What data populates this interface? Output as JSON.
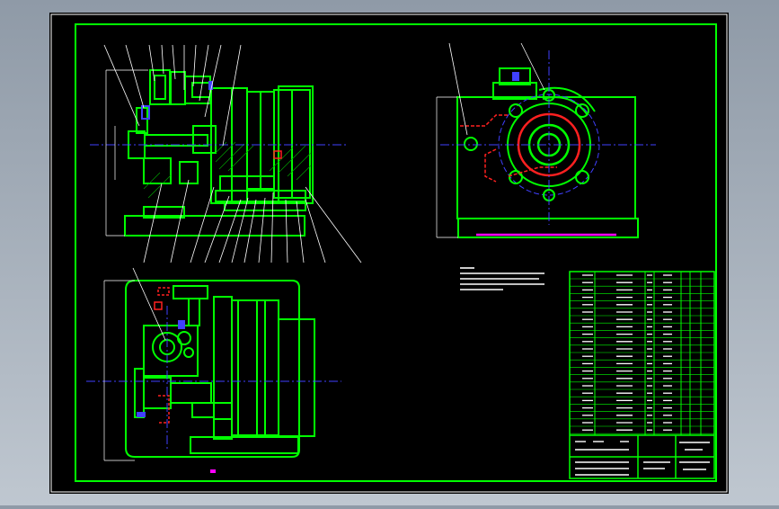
{
  "colors": {
    "background": "#000000",
    "sheet_border": "#ffffff",
    "frame": "#00ff00",
    "centerline": "#4040ff",
    "section": "#ff2020",
    "part_highlight": "#ff00ff",
    "text": "#ffffff",
    "leader": "#ffffff"
  },
  "icons": {
    "front_view": "machine-assembly-front-view",
    "side_view": "machine-assembly-side-view",
    "top_view": "machine-assembly-top-view",
    "title_block": "parts-list-table"
  }
}
